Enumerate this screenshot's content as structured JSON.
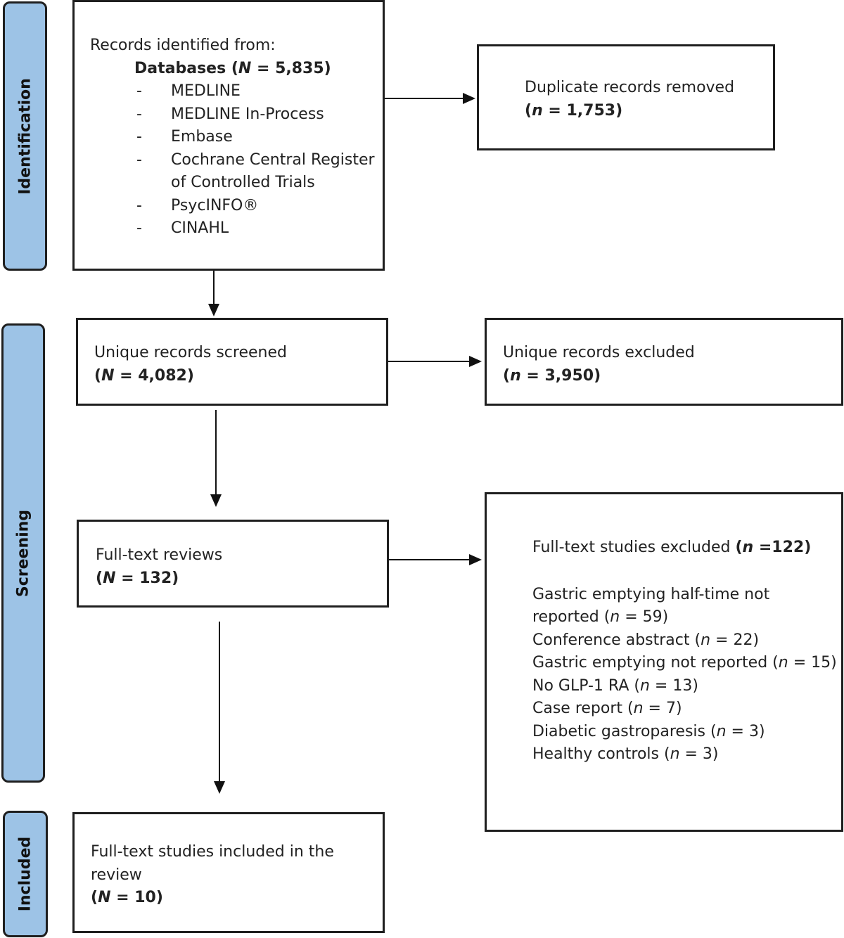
{
  "phases": {
    "identification": "Identification",
    "screening": "Screening",
    "included": "Included"
  },
  "identified": {
    "heading": "Records identified from:",
    "databases_prefix": "Databases (",
    "databases_var": "N",
    "databases_value": " = 5,835)",
    "bullet": "-",
    "sources": [
      "MEDLINE",
      "MEDLINE In-Process",
      "Embase",
      "Cochrane Central Register of Controlled Trials",
      "PsycINFO®",
      "CINAHL"
    ]
  },
  "duplicates": {
    "label": "Duplicate records removed",
    "count_prefix": "(",
    "count_var": "n",
    "count_value": " = 1,753)"
  },
  "screened": {
    "label": "Unique records screened",
    "count_prefix": "(",
    "count_var": "N",
    "count_value": " = 4,082)"
  },
  "excluded_records": {
    "label": "Unique records excluded",
    "count_prefix": "(",
    "count_var": "n",
    "count_value": " = 3,950)"
  },
  "fulltext": {
    "label": "Full-text reviews",
    "count_prefix": "(",
    "count_var": "N",
    "count_value": " = 132)"
  },
  "excluded_fulltext": {
    "label": "Full-text studies excluded ",
    "count_prefix": "(",
    "count_var": "n",
    "count_value": " =122)",
    "reasons": [
      {
        "text": "Gastric emptying half-time not reported",
        "var": "n",
        "value": " = 59)"
      },
      {
        "text": "Conference abstract",
        "var": "n",
        "value": " = 22)"
      },
      {
        "text": "Gastric emptying not reported",
        "var": "n",
        "value": " = 15)"
      },
      {
        "text": "No GLP-1 RA",
        "var": "n",
        "value": " = 13)"
      },
      {
        "text": "Case report",
        "var": "n",
        "value": " = 7)"
      },
      {
        "text": "Diabetic gastroparesis",
        "var": "n",
        "value": " = 3)"
      },
      {
        "text": "Healthy controls",
        "var": "n",
        "value": " = 3)"
      }
    ]
  },
  "included": {
    "label_line1": "Full-text studies included in the",
    "label_line2": "review",
    "count_prefix": "(",
    "count_var": "N",
    "count_value": " = 10)"
  }
}
